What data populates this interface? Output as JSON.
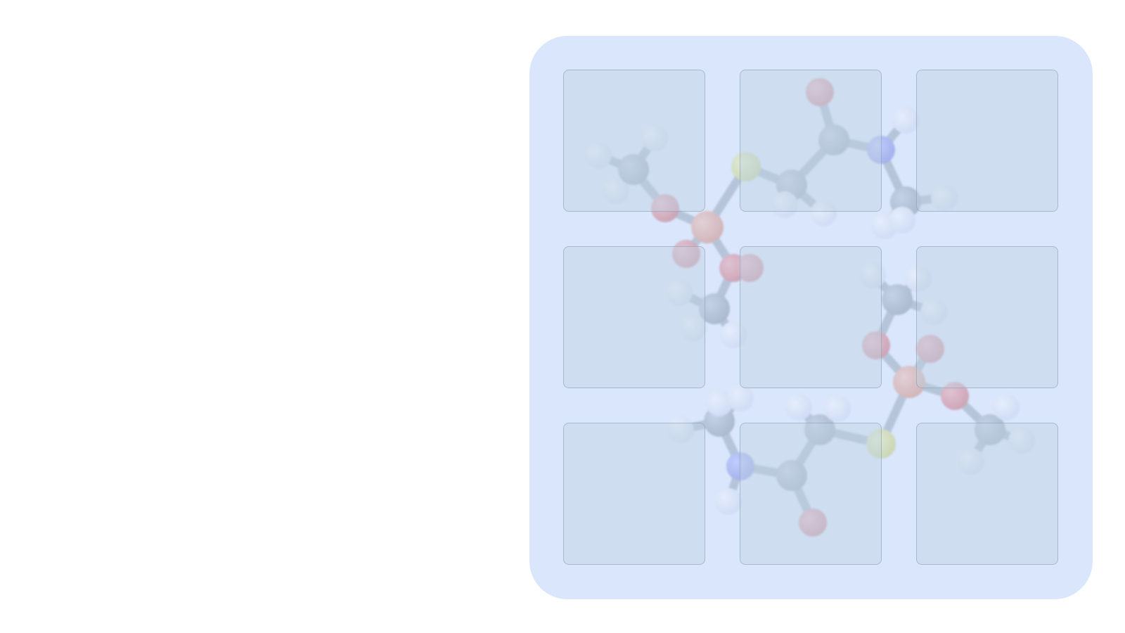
{
  "colors": {
    "page_background": "#ffffff",
    "board_background": "#d9e6fb",
    "tile_fill": "#cfdfec",
    "tile_border": "#a9b8c9",
    "atom_carbon": "#5b6f86",
    "atom_hydrogen": "#eef3ff",
    "atom_oxygen": "#d9242f",
    "atom_nitrogen": "#4a5cf0",
    "atom_phosphorus": "#d96a4a",
    "atom_sulfur": "#cbd23a"
  },
  "board": {
    "rows": 3,
    "columns": 3,
    "tiles": [
      {
        "row": 1,
        "col": 1
      },
      {
        "row": 1,
        "col": 2
      },
      {
        "row": 1,
        "col": 3
      },
      {
        "row": 2,
        "col": 1
      },
      {
        "row": 2,
        "col": 2
      },
      {
        "row": 2,
        "col": 3
      },
      {
        "row": 3,
        "col": 1
      },
      {
        "row": 3,
        "col": 2
      },
      {
        "row": 3,
        "col": 3
      }
    ]
  },
  "background_image": {
    "icon": "molecule-ball-and-stick-icon",
    "elements": [
      "C",
      "H",
      "O",
      "N",
      "P",
      "S"
    ]
  }
}
